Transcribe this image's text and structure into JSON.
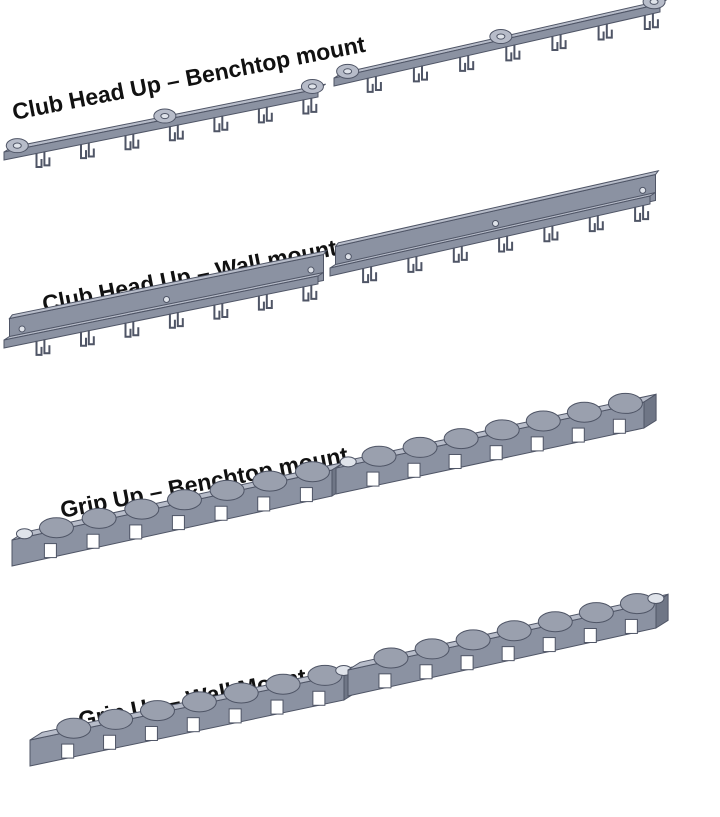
{
  "colors": {
    "top": "#b7bcc9",
    "front": "#8b92a2",
    "side": "#6f7686",
    "edge": "#4f5566",
    "hole": "#dfe3ea",
    "text": "#111111"
  },
  "sections": [
    {
      "label": "Club Head Up – Benchtop mount",
      "style": "bar",
      "hooks_per_segment": 7
    },
    {
      "label": "Club Head Up – Wall mount",
      "style": "wall",
      "hooks_per_segment": 7
    },
    {
      "label": "Grip Up – Benchtop mount",
      "style": "cradle",
      "slots_per_segment": 7
    },
    {
      "label": "Grip Up – Wall Mount",
      "style": "cradle",
      "slots_per_segment": 7
    }
  ]
}
